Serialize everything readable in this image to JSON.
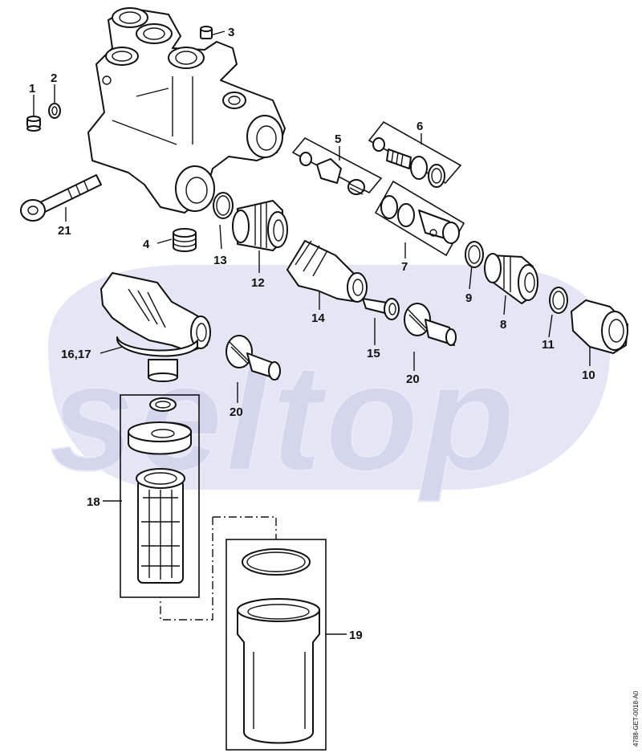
{
  "watermark": {
    "text": "seltop",
    "color": "#d4d6ee"
  },
  "drawing_code": "4788-GET-0018-A0",
  "callouts": {
    "c1": "1",
    "c2": "2",
    "c3": "3",
    "c4": "4",
    "c5": "5",
    "c6": "6",
    "c7": "7",
    "c8": "8",
    "c9": "9",
    "c10": "10",
    "c11": "11",
    "c12": "12",
    "c13": "13",
    "c14": "14",
    "c15": "15",
    "c1617": "16,17",
    "c18": "18",
    "c19": "19",
    "c20a": "20",
    "c20b": "20",
    "c21": "21"
  }
}
